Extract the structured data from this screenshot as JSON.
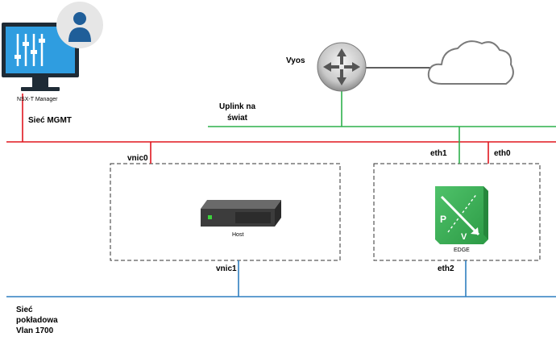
{
  "nsx_manager": {
    "label": "NSX-T Manager"
  },
  "networks": {
    "mgmt": {
      "label": "Sieć MGMT",
      "color": "#e0161f"
    },
    "uplink": {
      "label_line1": "Uplink na",
      "label_line2": "świat",
      "color": "#2db04b"
    },
    "vlan": {
      "label_line1": "Sieć",
      "label_line2": "pokładowa",
      "label_line3": "Vlan 1700",
      "color": "#2e7fc0"
    }
  },
  "router": {
    "label": "Vyos"
  },
  "host": {
    "label": "Host",
    "nics": {
      "vnic0": "vnic0",
      "vnic1": "vnic1"
    }
  },
  "edge": {
    "label": "EDGE",
    "nics": {
      "eth0": "eth0",
      "eth1": "eth1",
      "eth2": "eth2"
    }
  },
  "icons": [
    "monitor-icon",
    "user-icon",
    "router-icon",
    "cloud-icon",
    "server-icon",
    "edge-icon"
  ]
}
